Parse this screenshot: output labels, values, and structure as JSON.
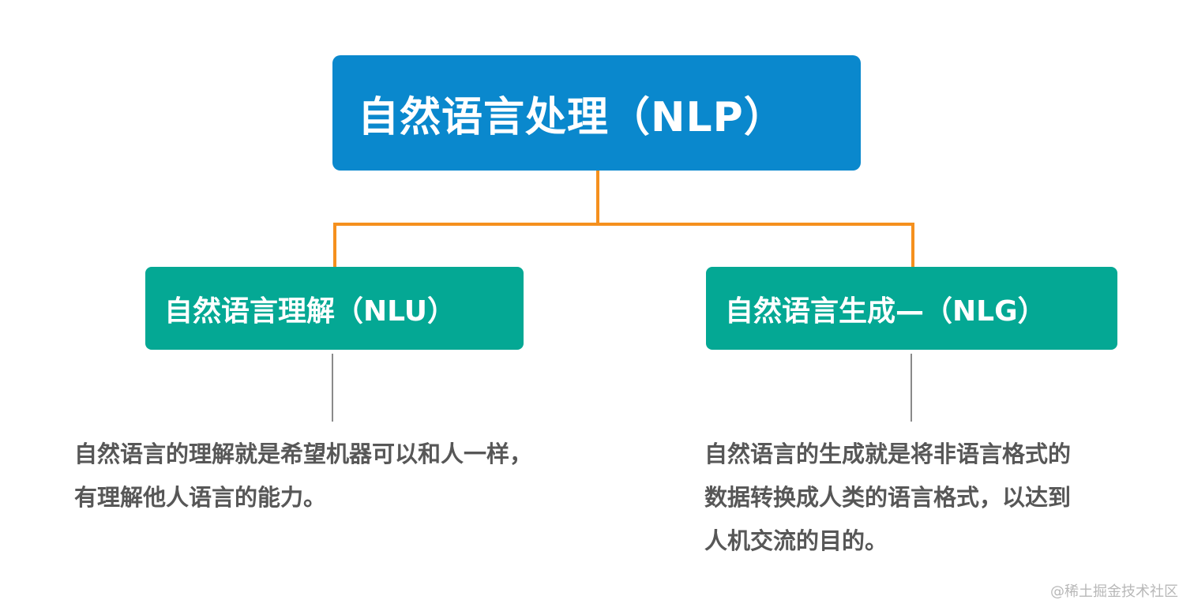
{
  "root": {
    "label": "自然语言处理（NLP）",
    "color": "#0a88cd"
  },
  "children": [
    {
      "label": "自然语言理解（NLU）",
      "color": "#04a894",
      "description_lines": [
        "自然语言的理解就是希望机器可以和人一样，",
        "有理解他人语言的能力。"
      ]
    },
    {
      "label": "自然语言生成—（NLG）",
      "color": "#04a894",
      "description_lines": [
        "自然语言的生成就是将非语言格式的",
        "数据转换成人类的语言格式，以达到",
        "人机交流的目的。"
      ]
    }
  ],
  "connector_color": "#f5901e",
  "stem_color": "#8a8a8a",
  "watermark": "@稀土掘金技术社区"
}
